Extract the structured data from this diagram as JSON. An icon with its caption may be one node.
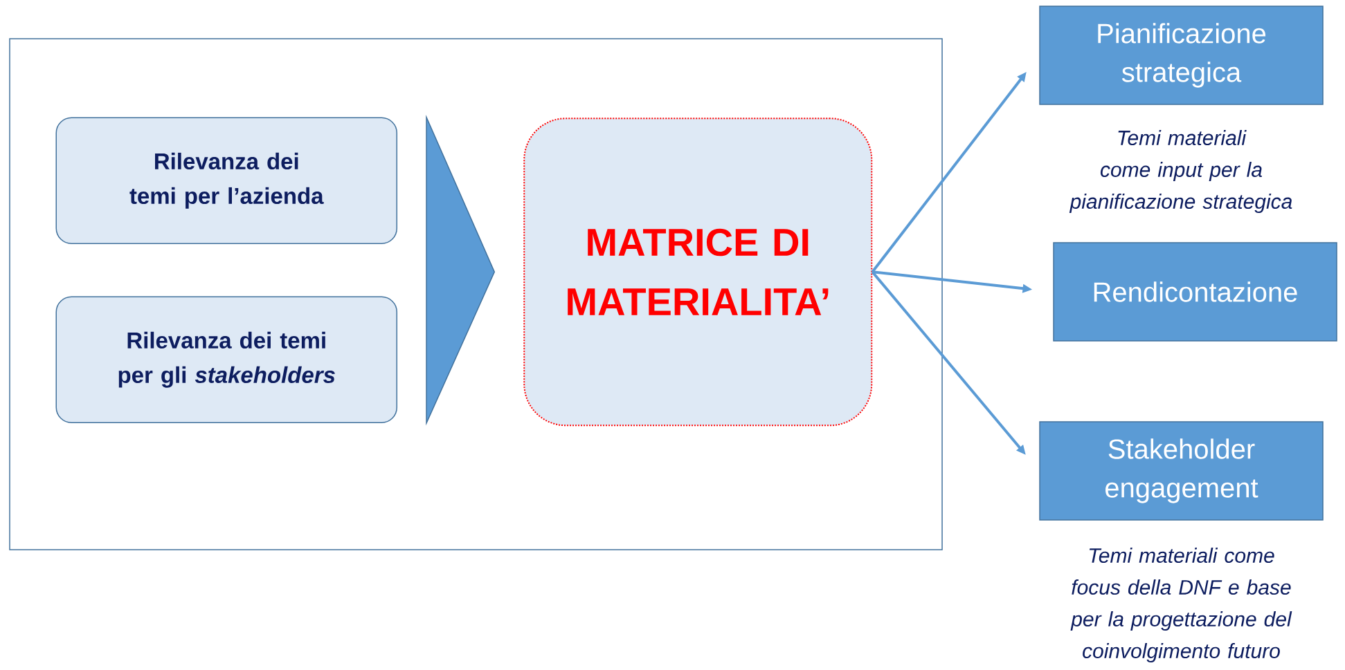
{
  "diagram": {
    "nodes": [
      {
        "text": [],
        "shape": "box"
      },
      {
        "text": [
          "Rilevanza dei temi per l’azienda"
        ],
        "in": 0
      },
      {
        "text": [
          "Rilevanza dei temi per gli *stakeholders*"
        ],
        "in": 0
      },
      {
        "text": [
          "MATRICE DI MATERIALITA’"
        ],
        "in": 0
      },
      {
        "text": [
          "Pianificazione strategica"
        ],
        "beside": [
          "Temi materiali come input per la pianificazione strategica"
        ]
      },
      {
        "text": [
          "Rendicontazione"
        ]
      },
      {
        "text": [
          "Stakeholder engagement"
        ],
        "beside": [
          "Temi materiali come focus della DNF e base per la progettazione del coinvolgimento futuro"
        ]
      }
    ],
    "edges": [
      {
        "from": 1,
        "to": 3,
        "arrow": "to",
        "style": "thick"
      },
      {
        "from": 2,
        "to": 3,
        "arrow": "to",
        "style": "thick"
      },
      {
        "from": 3,
        "to": 4,
        "arrow": "to"
      },
      {
        "from": 3,
        "to": 5,
        "arrow": "to"
      },
      {
        "from": 3,
        "to": 6,
        "arrow": "to"
      }
    ]
  }
}
